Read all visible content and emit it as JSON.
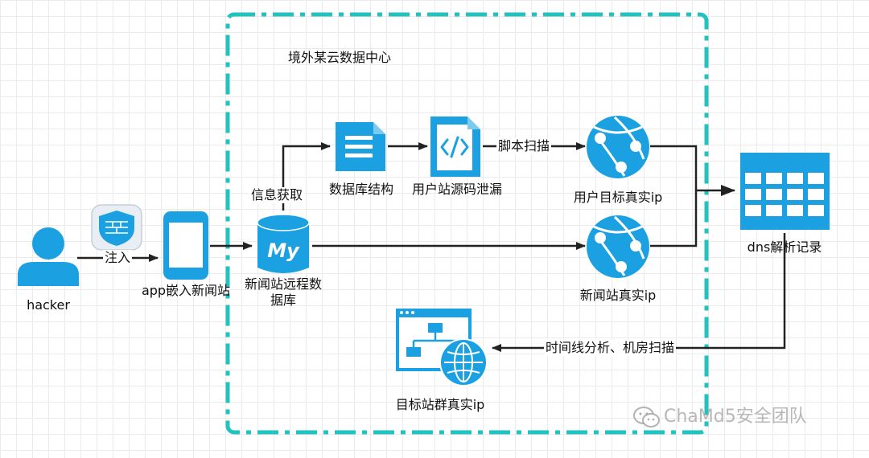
{
  "region": {
    "title": "境外某云数据中心"
  },
  "nodes": {
    "hacker": "hacker",
    "app": "app嵌入新闻站",
    "remote_db": "新闻站远程数据库",
    "db_structure": "数据库结构",
    "source_leak": "用户站源码泄漏",
    "user_target_ip": "用户目标真实ip",
    "news_ip": "新闻站真实ip",
    "dns": "dns解析记录",
    "target_group_ip": "目标站群真实ip"
  },
  "edges": {
    "inject": "注入",
    "info_fetch": "信息获取",
    "script_scan": "脚本扫描",
    "timeline": "时间线分析、机房扫描"
  },
  "watermark": {
    "text": "ChaMd5安全团队"
  },
  "colors": {
    "accent": "#1ba1e2",
    "region_border": "#1fc3c0",
    "arrow": "#222222"
  }
}
